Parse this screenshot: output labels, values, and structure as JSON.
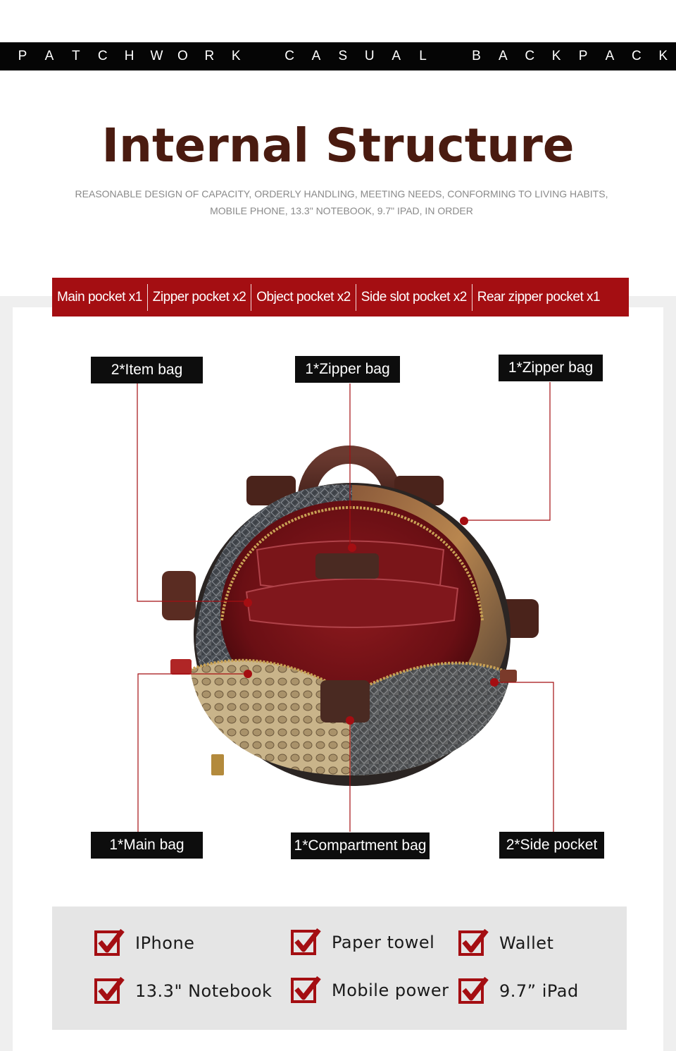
{
  "banner": {
    "letters": [
      "P",
      "A",
      "T",
      "C",
      "H",
      "W",
      "O",
      "R",
      "K",
      " ",
      "C",
      "A",
      "S",
      "U",
      "A",
      "L",
      " ",
      "B",
      "A",
      "C",
      "K",
      "P",
      "A",
      "C",
      "K"
    ]
  },
  "header": {
    "title": "Internal Structure",
    "subtitle_line1": "REASONABLE DESIGN OF CAPACITY, ORDERLY HANDLING, MEETING NEEDS, CONFORMING TO LIVING HABITS,",
    "subtitle_line2": "MOBILE PHONE, 13.3\" NOTEBOOK, 9.7\" IPAD, IN ORDER"
  },
  "features": [
    "Main pocket x1",
    "Zipper pocket x2",
    "Object pocket x2",
    "Side slot pocket x2",
    "Rear zipper pocket x1"
  ],
  "callouts": {
    "item_bag": "2*Item bag",
    "zipper_bag_center": "1*Zipper bag",
    "zipper_bag_right": "1*Zipper bag",
    "main_bag": "1*Main bag",
    "compartment_bag": "1*Compartment bag",
    "side_pocket": "2*Side pocket"
  },
  "checklist": {
    "items": [
      "IPhone",
      "Paper towel",
      "Wallet",
      "13.3\" Notebook",
      "Mobile power",
      "9.7” iPad"
    ]
  },
  "colors": {
    "accent_red": "#a40e12",
    "title_brown": "#4a1b10",
    "banner_black": "#050505"
  }
}
